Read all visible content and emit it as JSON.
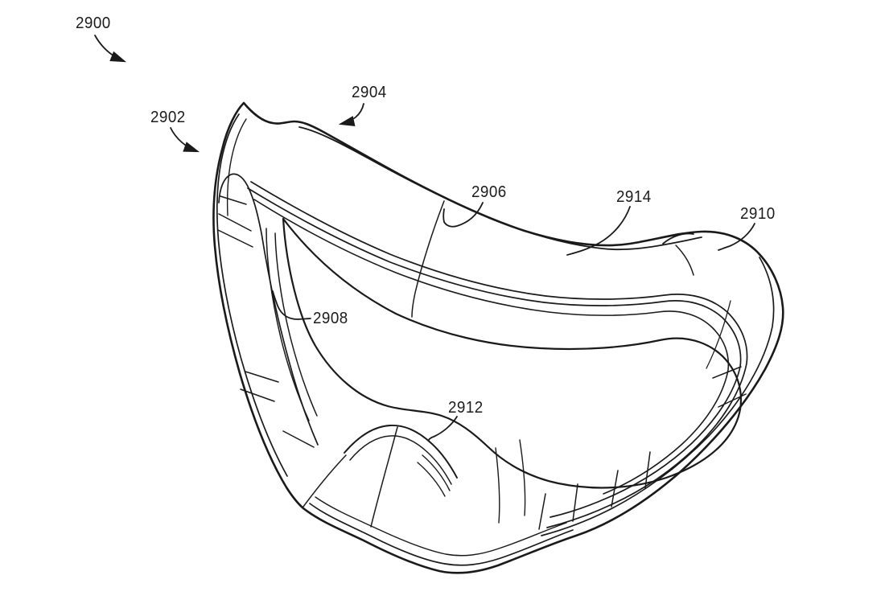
{
  "page": {
    "background_color": "#ffffff"
  },
  "figure": {
    "type": "patent-line-drawing",
    "subject": "goggle-shaped-face-seal",
    "stroke_color": "#1a1a1a",
    "reference_labels": [
      {
        "text": "2900"
      },
      {
        "text": "2902"
      },
      {
        "text": "2904"
      },
      {
        "text": "2906"
      },
      {
        "text": "2908"
      },
      {
        "text": "2910"
      },
      {
        "text": "2912"
      },
      {
        "text": "2914"
      }
    ]
  }
}
